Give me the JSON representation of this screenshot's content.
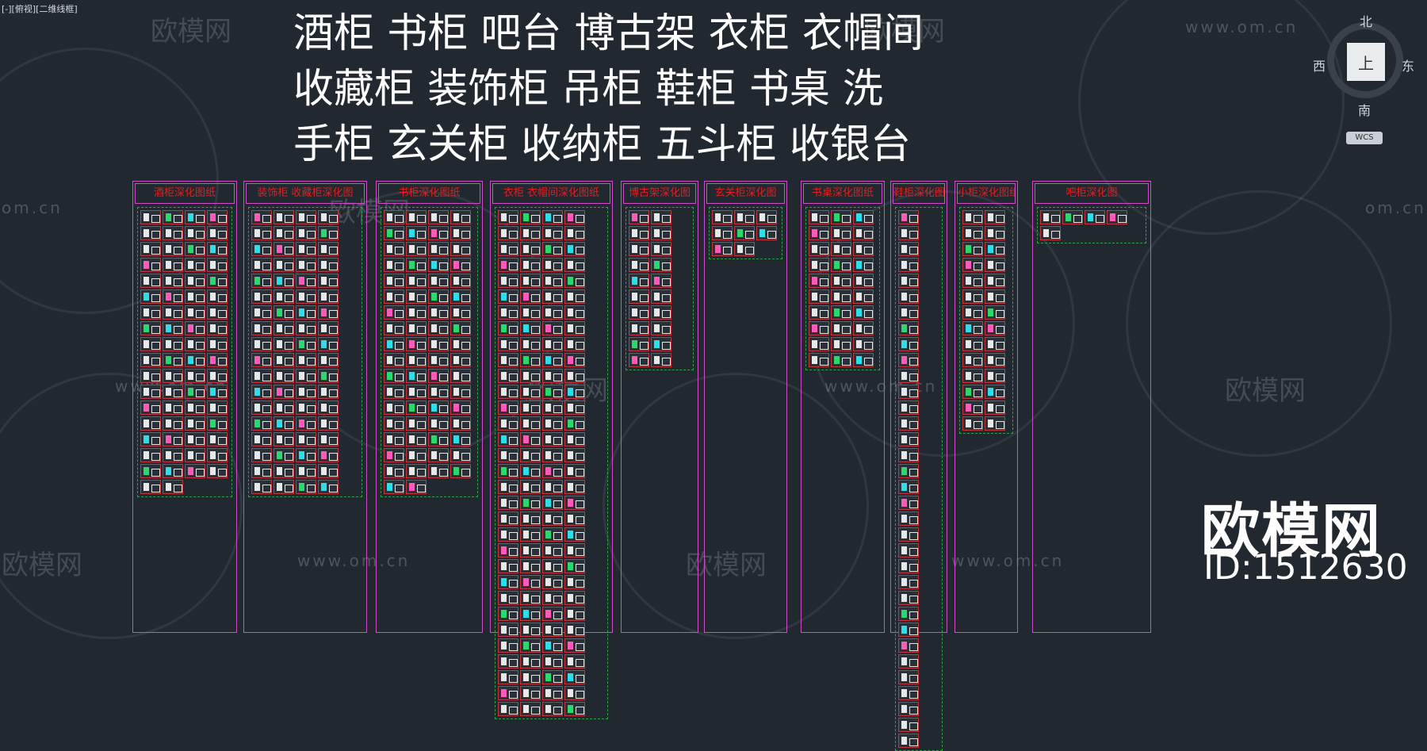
{
  "viewport_label": "[-][俯视][二维线框]",
  "headline": {
    "line1": "酒柜 书柜 吧台 博古架 衣柜 衣帽间",
    "line2": "收藏柜 装饰柜  吊柜 鞋柜  书桌 洗",
    "line3": "手柜 玄关柜  收纳柜 五斗柜  收银台"
  },
  "watermark": {
    "brand_text": "欧模网",
    "url_text": "www.om.cn",
    "url_fragment": "om.cn"
  },
  "compass": {
    "north": "北",
    "south": "南",
    "east": "东",
    "west": "西",
    "cube_label": "上",
    "wcs_label": "WCS"
  },
  "panels": [
    {
      "title": "酒柜深化图纸",
      "cells": 70
    },
    {
      "title": "装饰柜 收藏柜深化图",
      "cells": 72
    },
    {
      "title": "书柜深化图纸",
      "cells": 70
    },
    {
      "title": "衣柜 衣帽间深化图纸",
      "cells": 128
    },
    {
      "title": "博古架深化图",
      "cells": 20
    },
    {
      "title": "玄关柜深化图",
      "cells": 8
    },
    {
      "title": "书桌深化图纸",
      "cells": 30
    },
    {
      "title": "鞋柜深化图",
      "cells": 34
    },
    {
      "title": "小柜深化图纸",
      "cells": 28
    },
    {
      "title": "吧柜深化图",
      "cells": 5
    }
  ],
  "brand": {
    "name": "欧模网",
    "id_label": "ID:1512630"
  },
  "colors": {
    "background": "#212830",
    "frame_magenta": "#d14cc8",
    "title_red": "#e02020",
    "dashed_green": "#2fa34a"
  }
}
